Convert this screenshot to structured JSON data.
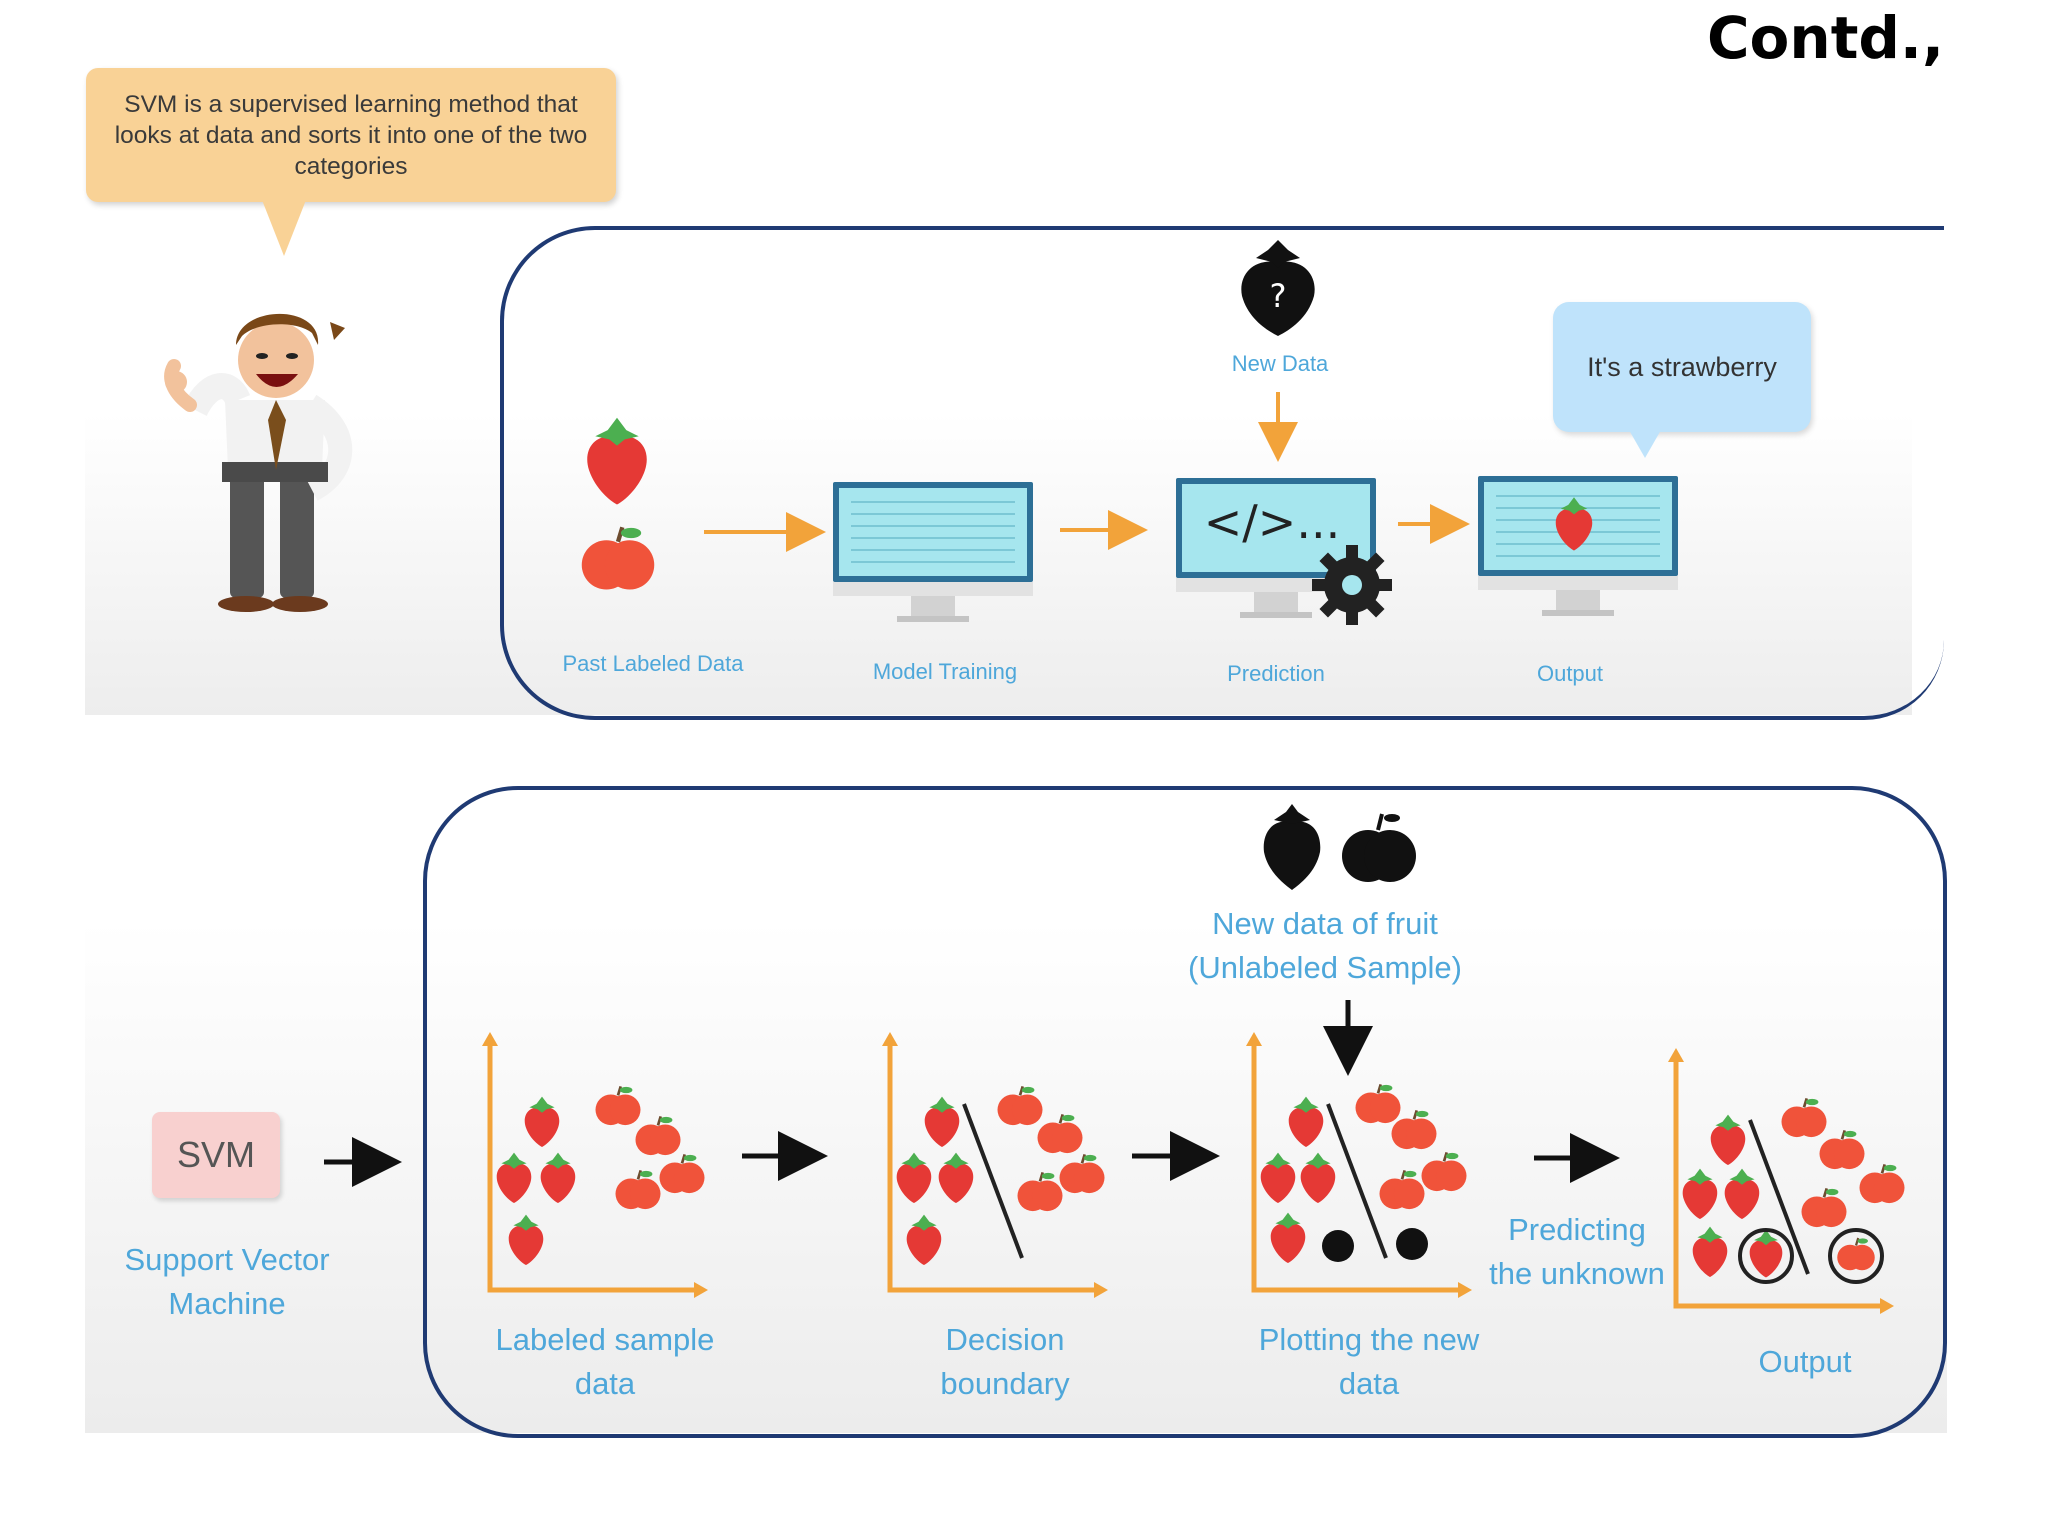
{
  "heading": "Contd.,",
  "speech_bubble": "SVM is a supervised learning method that looks at data and sorts it into one of the two categories",
  "top_flow": {
    "new_data_label": "New Data",
    "output_bubble": "It's a strawberry",
    "question_mark": "?",
    "code_text": "</>...",
    "steps": [
      "Past Labeled Data",
      "Model Training",
      "Prediction",
      "Output"
    ]
  },
  "bottom_flow": {
    "svm_box": "SVM",
    "svm_caption": "Support Vector Machine",
    "new_data_caption": "New data of fruit (Unlabeled Sample)",
    "steps": [
      "Labeled sample data",
      "Decision boundary",
      "Plotting the new data",
      "Predicting the unknown",
      "Output"
    ]
  },
  "colors": {
    "frame": "#1f3a73",
    "label_blue": "#4ea7da",
    "arrow_orange": "#f2a33a",
    "strawberry_red": "#e53935",
    "apple_red": "#f0533a",
    "screen_teal": "#a6e6ee",
    "bubble_peach": "#f9d296",
    "bubble_blue": "#bfe3fb"
  }
}
